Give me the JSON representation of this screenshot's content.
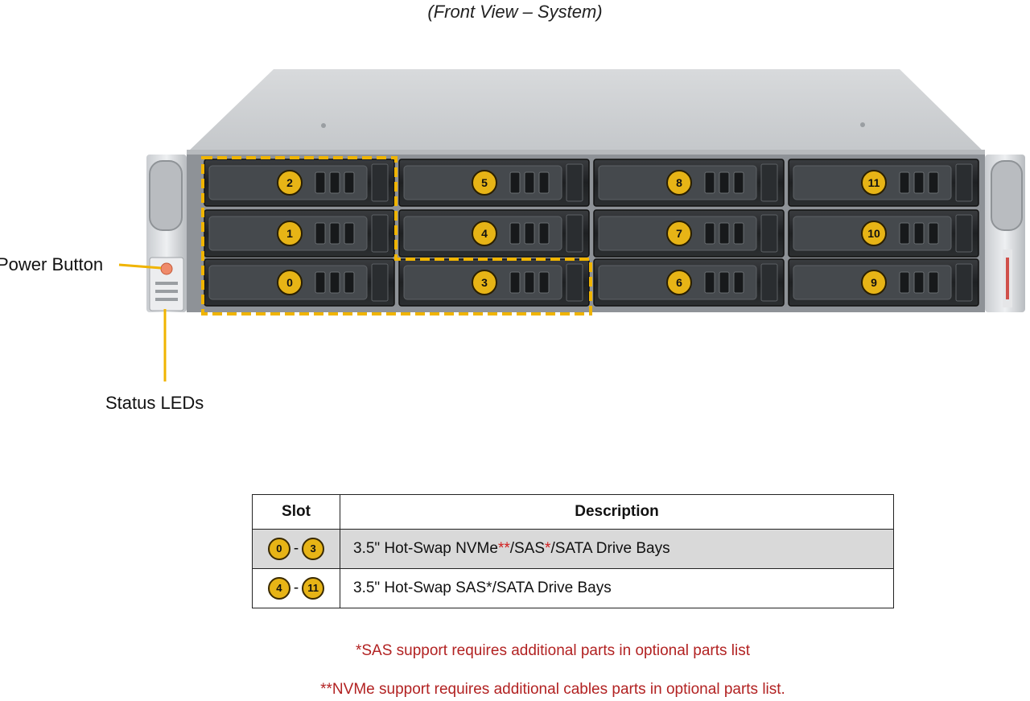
{
  "caption": "(Front View – System)",
  "labels": {
    "power_button": "Power Button",
    "status_leds": "Status LEDs"
  },
  "bays": {
    "columns": [
      [
        "2",
        "1",
        "0"
      ],
      [
        "5",
        "4",
        "3"
      ],
      [
        "8",
        "7",
        "6"
      ],
      [
        "11",
        "10",
        "9"
      ]
    ],
    "nvme_capable": [
      "0",
      "1",
      "2",
      "3"
    ]
  },
  "table": {
    "headers": {
      "slot": "Slot",
      "description": "Description"
    },
    "rows": [
      {
        "from": "0",
        "to": "3",
        "sep": "-",
        "desc_a": "3.5\" Hot-Swap NVMe",
        "mark_a": "**",
        "desc_b": "/SAS",
        "mark_b": "*",
        "desc_c": "/SATA Drive Bays"
      },
      {
        "from": "4",
        "to": "11",
        "sep": "-",
        "desc_a": "3.5\" Hot-Swap SAS",
        "mark_a": "*",
        "desc_b": "/SATA Drive Bays"
      }
    ]
  },
  "notes": [
    "*SAS support requires additional parts in optional parts list",
    "**NVMe support requires additional cables parts in optional parts list."
  ],
  "colors": {
    "badge": "#e7b416",
    "highlight": "#f0b400",
    "note_red": "#b22222",
    "shaded_row": "#d9d9d9"
  }
}
